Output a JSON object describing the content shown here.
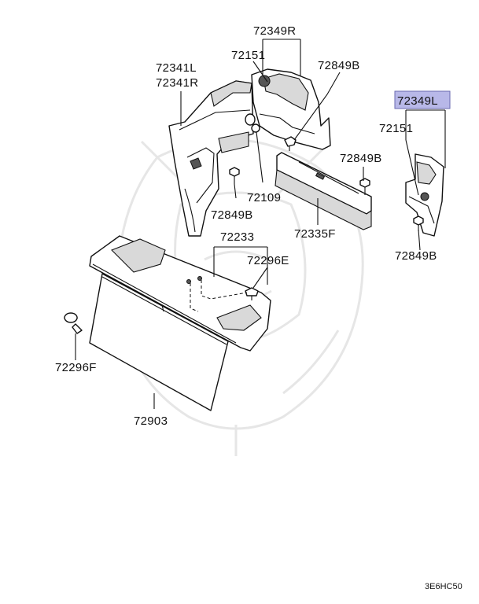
{
  "diagram": {
    "labels": {
      "p72349R": "72349R",
      "p72151_top": "72151",
      "p72849B_top": "72849B",
      "p72341L": "72341L",
      "p72341R": "72341R",
      "p72349L": "72349L",
      "p72151_right": "72151",
      "p72849B_mid": "72849B",
      "p72109": "72109",
      "p72849B_left": "72849B",
      "p72335F": "72335F",
      "p72233": "72233",
      "p72296E": "72296E",
      "p72849B_right": "72849B",
      "p72296F": "72296F",
      "p72903": "72903"
    },
    "highlighted_part": "72349L",
    "highlight_color": "#b8b8e8",
    "diagram_code": "3E6HC50"
  }
}
